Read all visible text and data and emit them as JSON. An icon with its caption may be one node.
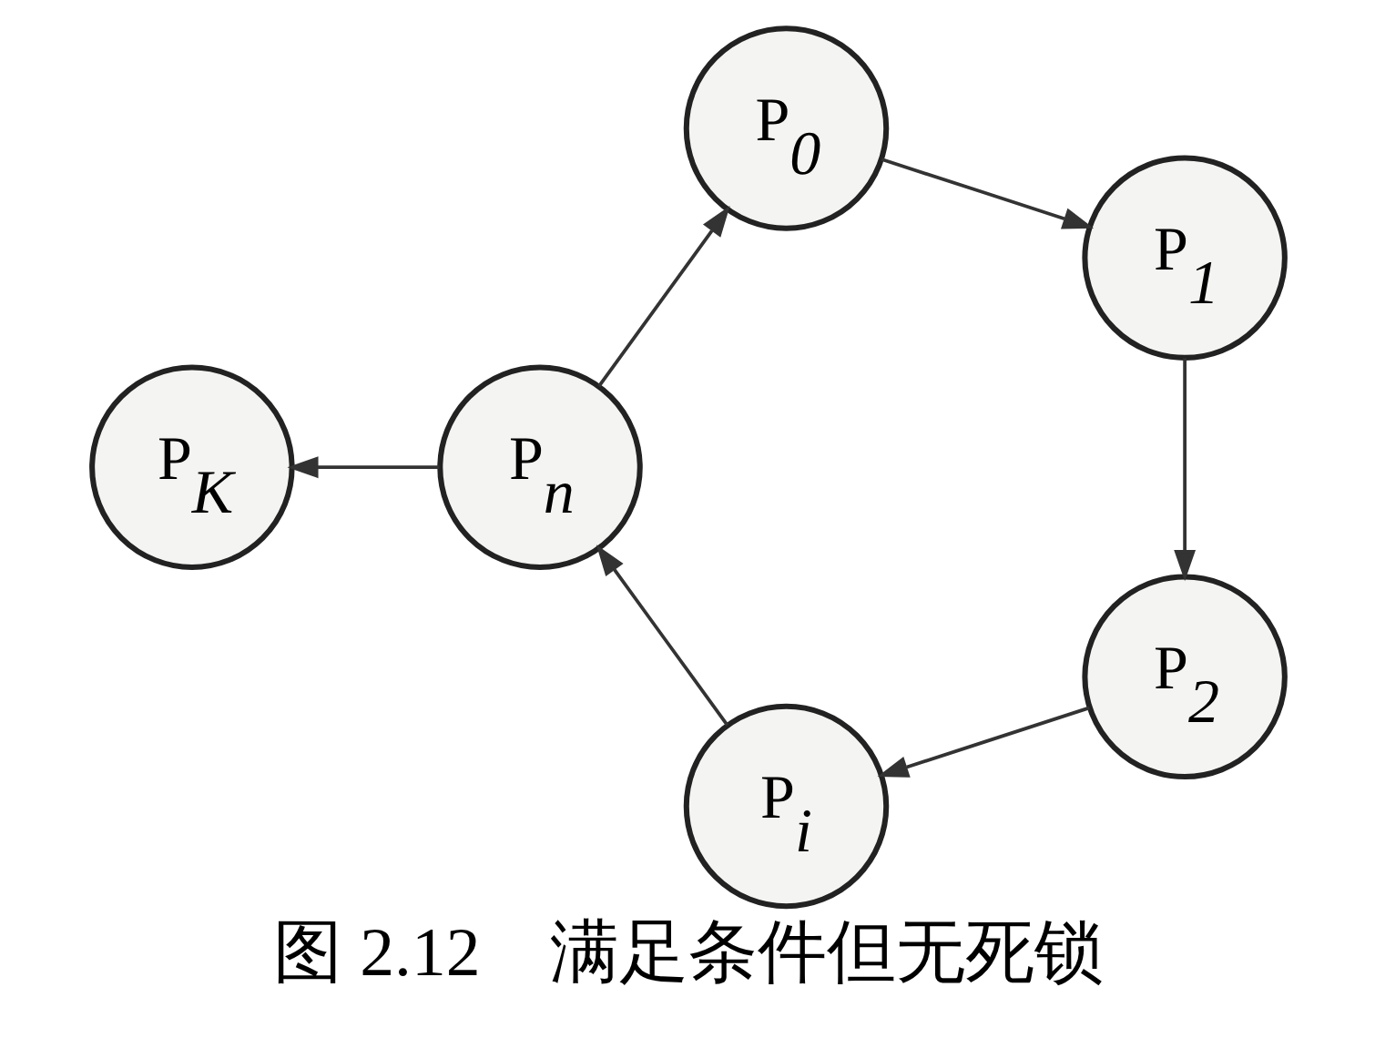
{
  "diagram": {
    "caption": "图 2.12　满足条件但无死锁",
    "nodes": [
      {
        "text": [
          "P$_{K}$"
        ]
      },
      {
        "text": [
          "P$_{n}$"
        ]
      },
      {
        "text": [
          "P$_{0}$"
        ]
      },
      {
        "text": [
          "P$_{1}$"
        ]
      },
      {
        "text": [
          "P$_{2}$"
        ]
      },
      {
        "text": [
          "P$_{i}$"
        ]
      }
    ],
    "edges": [
      {
        "from": 1,
        "to": 2,
        "arrow": "to"
      },
      {
        "from": 2,
        "to": 3,
        "arrow": "to"
      },
      {
        "from": 3,
        "to": 4,
        "arrow": "to"
      },
      {
        "from": 4,
        "to": 5,
        "arrow": "to"
      },
      {
        "from": 5,
        "to": 1,
        "arrow": "to"
      },
      {
        "from": 1,
        "to": 0,
        "arrow": "to"
      }
    ]
  }
}
